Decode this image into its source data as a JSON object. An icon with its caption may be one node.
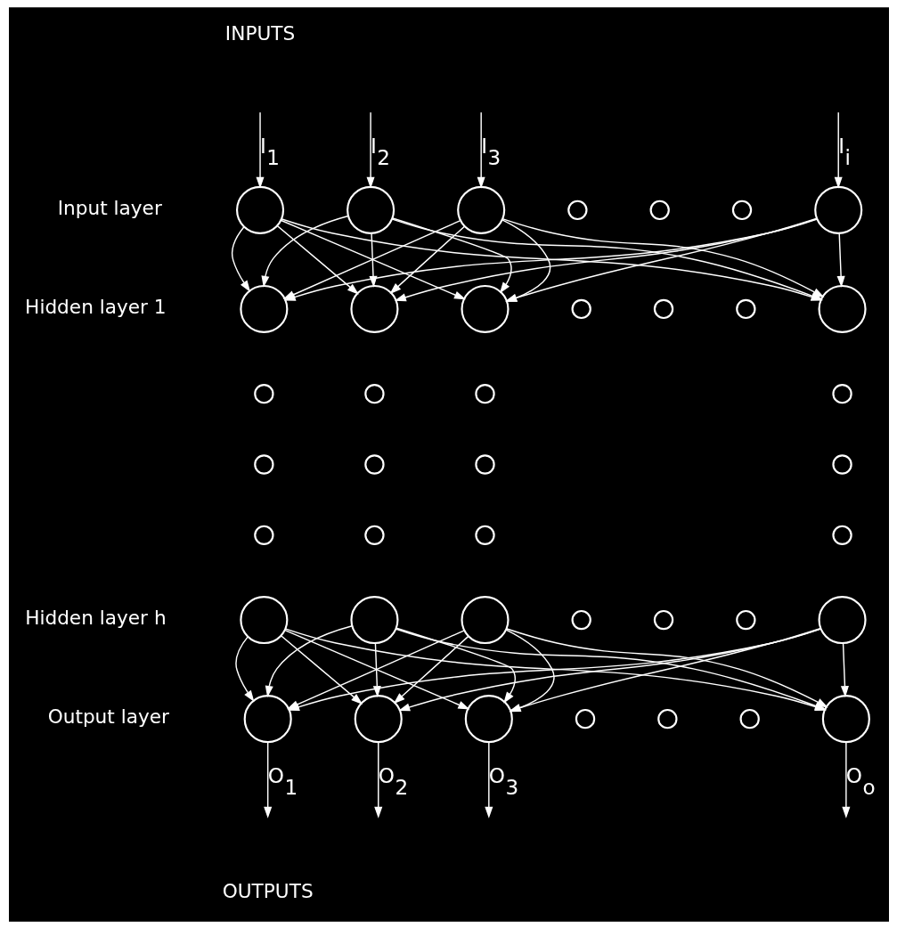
{
  "diagram": {
    "nodes": [
      {
        "text": [],
        "shape": "circle"
      },
      {
        "text": [],
        "shape": "circle"
      },
      {
        "text": [],
        "shape": "circle"
      },
      {
        "text": [],
        "shape": "circle"
      },
      {
        "text": [],
        "shape": "circle"
      },
      {
        "text": [],
        "shape": "circle"
      },
      {
        "text": [],
        "shape": "circle"
      },
      {
        "text": [],
        "shape": "circle"
      },
      {
        "text": [],
        "shape": "circle"
      },
      {
        "text": [],
        "shape": "circle"
      },
      {
        "text": [],
        "shape": "circle"
      },
      {
        "text": [],
        "shape": "circle"
      },
      {
        "text": [],
        "shape": "circle"
      },
      {
        "text": [],
        "shape": "circle"
      },
      {
        "text": [],
        "shape": "circle"
      },
      {
        "text": [],
        "shape": "circle"
      },
      {
        "text": [],
        "shape": "circle"
      },
      {
        "text": [],
        "shape": "circle"
      },
      {
        "text": [],
        "shape": "circle"
      },
      {
        "text": [],
        "shape": "circle"
      },
      {
        "text": [],
        "shape": "circle"
      },
      {
        "text": [],
        "shape": "circle"
      },
      {
        "text": [],
        "shape": "circle"
      },
      {
        "text": [],
        "shape": "circle"
      },
      {
        "text": [],
        "shape": "circle"
      },
      {
        "text": [],
        "shape": "circle"
      },
      {
        "text": [],
        "shape": "circle"
      },
      {
        "text": [],
        "shape": "circle"
      },
      {
        "text": [],
        "shape": "circle"
      },
      {
        "text": [],
        "shape": "circle"
      },
      {
        "text": [],
        "shape": "circle"
      },
      {
        "text": [],
        "shape": "circle"
      },
      {
        "text": [],
        "shape": "circle"
      },
      {
        "text": [],
        "shape": "circle"
      },
      {
        "text": [],
        "shape": "circle"
      },
      {
        "text": [],
        "shape": "circle"
      },
      {
        "text": [],
        "shape": "circle"
      },
      {
        "text": [],
        "shape": "circle"
      },
      {
        "text": [],
        "shape": "circle"
      },
      {
        "text": [],
        "shape": "circle"
      }
    ],
    "edges": [
      {
        "from": null,
        "to": 0,
        "arrow": "to",
        "label": "I$_{1}$"
      },
      {
        "from": null,
        "to": 1,
        "arrow": "to",
        "label": "I$_{2}$"
      },
      {
        "from": null,
        "to": 2,
        "arrow": "to",
        "label": "I$_{3}$"
      },
      {
        "from": null,
        "to": 6,
        "arrow": "to",
        "label": "I$_{i}$"
      },
      {
        "from": 0,
        "to": 7,
        "arrow": "to"
      },
      {
        "from": 0,
        "to": 8,
        "arrow": "to"
      },
      {
        "from": 0,
        "to": 9,
        "arrow": "to"
      },
      {
        "from": 0,
        "to": 13,
        "arrow": "to"
      },
      {
        "from": 1,
        "to": 7,
        "arrow": "to"
      },
      {
        "from": 1,
        "to": 8,
        "arrow": "to"
      },
      {
        "from": 1,
        "to": 9,
        "arrow": "to"
      },
      {
        "from": 1,
        "to": 13,
        "arrow": "to"
      },
      {
        "from": 2,
        "to": 7,
        "arrow": "to"
      },
      {
        "from": 2,
        "to": 8,
        "arrow": "to"
      },
      {
        "from": 2,
        "to": 9,
        "arrow": "to"
      },
      {
        "from": 2,
        "to": 13,
        "arrow": "to"
      },
      {
        "from": 6,
        "to": 7,
        "arrow": "to"
      },
      {
        "from": 6,
        "to": 8,
        "arrow": "to"
      },
      {
        "from": 6,
        "to": 9,
        "arrow": "to"
      },
      {
        "from": 6,
        "to": 13,
        "arrow": "to"
      },
      {
        "from": 26,
        "to": 33,
        "arrow": "to"
      },
      {
        "from": 26,
        "to": 34,
        "arrow": "to"
      },
      {
        "from": 26,
        "to": 35,
        "arrow": "to"
      },
      {
        "from": 26,
        "to": 39,
        "arrow": "to"
      },
      {
        "from": 27,
        "to": 33,
        "arrow": "to"
      },
      {
        "from": 27,
        "to": 34,
        "arrow": "to"
      },
      {
        "from": 27,
        "to": 35,
        "arrow": "to"
      },
      {
        "from": 27,
        "to": 39,
        "arrow": "to"
      },
      {
        "from": 28,
        "to": 33,
        "arrow": "to"
      },
      {
        "from": 28,
        "to": 34,
        "arrow": "to"
      },
      {
        "from": 28,
        "to": 35,
        "arrow": "to"
      },
      {
        "from": 28,
        "to": 39,
        "arrow": "to"
      },
      {
        "from": 32,
        "to": 33,
        "arrow": "to"
      },
      {
        "from": 32,
        "to": 34,
        "arrow": "to"
      },
      {
        "from": 32,
        "to": 35,
        "arrow": "to"
      },
      {
        "from": 32,
        "to": 39,
        "arrow": "to"
      },
      {
        "from": 33,
        "to": null,
        "arrow": "to",
        "label": "O$_{1}$"
      },
      {
        "from": 34,
        "to": null,
        "arrow": "to",
        "label": "O$_{2}$"
      },
      {
        "from": 35,
        "to": null,
        "arrow": "to",
        "label": "O$_{3}$"
      },
      {
        "from": 39,
        "to": null,
        "arrow": "to",
        "label": "O$_{o}$"
      }
    ],
    "labels": [
      "INPUTS",
      "Input layer",
      "Hidden layer 1",
      "Hidden layer h",
      "Output layer",
      "OUTPUTS"
    ]
  }
}
